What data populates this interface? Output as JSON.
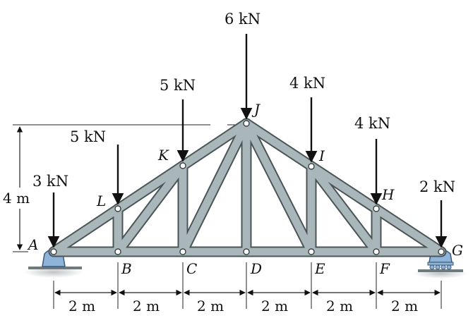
{
  "loads": [
    {
      "node": "A",
      "label": "3 kN"
    },
    {
      "node": "L",
      "label": "5 kN"
    },
    {
      "node": "K",
      "label": "5 kN"
    },
    {
      "node": "J",
      "label": "6 kN"
    },
    {
      "node": "I",
      "label": "4 kN"
    },
    {
      "node": "H",
      "label": "4 kN"
    },
    {
      "node": "G",
      "label": "2 kN"
    }
  ],
  "nodes": {
    "A": "A",
    "B": "B",
    "C": "C",
    "D": "D",
    "E": "E",
    "F": "F",
    "G": "G",
    "H": "H",
    "I": "I",
    "J": "J",
    "K": "K",
    "L": "L"
  },
  "dimensions": {
    "height": "4 m",
    "spans": [
      "2 m",
      "2 m",
      "2 m",
      "2 m",
      "2 m",
      "2 m"
    ]
  },
  "colors": {
    "member_fill": "#a9b7bb",
    "member_edge": "#4b5557",
    "support_fill": "#8fb4d9",
    "support_edge": "#3c5a78",
    "load_arrow": "#111111"
  }
}
